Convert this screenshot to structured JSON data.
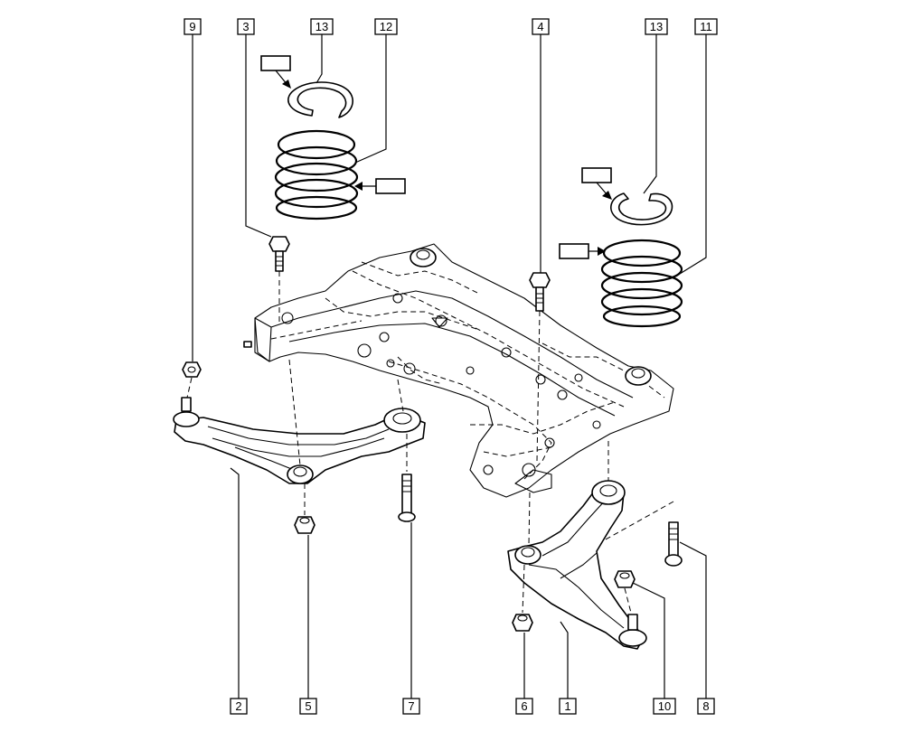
{
  "callouts": [
    {
      "id": "c9",
      "label": "9"
    },
    {
      "id": "c3",
      "label": "3"
    },
    {
      "id": "c13a",
      "label": "13"
    },
    {
      "id": "c12",
      "label": "12"
    },
    {
      "id": "c4",
      "label": "4"
    },
    {
      "id": "c13b",
      "label": "13"
    },
    {
      "id": "c11",
      "label": "11"
    },
    {
      "id": "c2",
      "label": "2"
    },
    {
      "id": "c5",
      "label": "5"
    },
    {
      "id": "c7",
      "label": "7"
    },
    {
      "id": "c6",
      "label": "6"
    },
    {
      "id": "c1",
      "label": "1"
    },
    {
      "id": "c10",
      "label": "10"
    },
    {
      "id": "c8",
      "label": "8"
    }
  ]
}
